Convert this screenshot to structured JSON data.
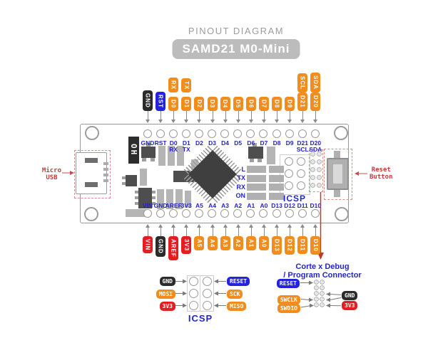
{
  "title": "PINOUT DIAGRAM",
  "badge": "SAMD21 M0-Mini",
  "colors": {
    "orange": "#f28c1c",
    "red": "#e51d23",
    "blue": "#2222e0",
    "black": "#2b2b2b",
    "label_blue": "#2525cb",
    "annotation_red": "#c43c3c",
    "debug_line_red": "#c0392b"
  },
  "pins": {
    "top": [
      {
        "label": "GND",
        "color": "black"
      },
      {
        "label": "RST",
        "color": "blue"
      },
      {
        "label": "D0",
        "color": "orange",
        "sub": "RX"
      },
      {
        "label": "D1",
        "color": "orange",
        "sub": "TX"
      },
      {
        "label": "D2",
        "color": "orange"
      },
      {
        "label": "D3",
        "color": "orange"
      },
      {
        "label": "D4",
        "color": "orange"
      },
      {
        "label": "D5",
        "color": "orange"
      },
      {
        "label": "D6",
        "color": "orange"
      },
      {
        "label": "D7",
        "color": "orange"
      },
      {
        "label": "D8",
        "color": "orange"
      },
      {
        "label": "D9",
        "color": "orange"
      },
      {
        "label": "D21",
        "color": "orange",
        "sub": "SCL"
      },
      {
        "label": "D20",
        "color": "orange",
        "sub": "SDA"
      }
    ],
    "bottom": [
      {
        "label": "VIN",
        "color": "red"
      },
      {
        "label": "GND",
        "color": "black"
      },
      {
        "label": "AREF",
        "color": "red"
      },
      {
        "label": "3V3",
        "color": "red"
      },
      {
        "label": "A5",
        "color": "orange"
      },
      {
        "label": "A4",
        "color": "orange"
      },
      {
        "label": "A3",
        "color": "orange"
      },
      {
        "label": "A2",
        "color": "orange"
      },
      {
        "label": "A1",
        "color": "orange"
      },
      {
        "label": "A0",
        "color": "orange"
      },
      {
        "label": "D13",
        "color": "orange"
      },
      {
        "label": "D12",
        "color": "orange"
      },
      {
        "label": "D11",
        "color": "orange"
      },
      {
        "label": "D10",
        "color": "orange"
      }
    ]
  },
  "board": {
    "crystal_label": "OH",
    "led_labels": [
      "L",
      "TX",
      "RX",
      "ON"
    ],
    "icsp_label": "ICSP"
  },
  "annotations": {
    "micro_usb": [
      "Micro",
      "USB"
    ],
    "reset_button": [
      "Reset",
      "Button"
    ]
  },
  "icsp_detail": {
    "title": "ICSP",
    "left": [
      {
        "label": "GND",
        "color": "black"
      },
      {
        "label": "MOSI",
        "color": "orange"
      },
      {
        "label": "3V3",
        "color": "red"
      }
    ],
    "right": [
      {
        "label": "RESET",
        "color": "blue"
      },
      {
        "label": "SCK",
        "color": "orange"
      },
      {
        "label": "MISO",
        "color": "orange"
      }
    ]
  },
  "debug_detail": {
    "title_line1": "Corte x Debug",
    "title_line2": "/ Program Connector",
    "left": [
      {
        "label": "RESET",
        "color": "blue"
      },
      {
        "label": "SWCLK",
        "color": "orange"
      },
      {
        "label": "SWDIO",
        "color": "orange"
      }
    ],
    "right": [
      {
        "label": "GND",
        "color": "black"
      },
      {
        "label": "3V3",
        "color": "red"
      }
    ]
  }
}
